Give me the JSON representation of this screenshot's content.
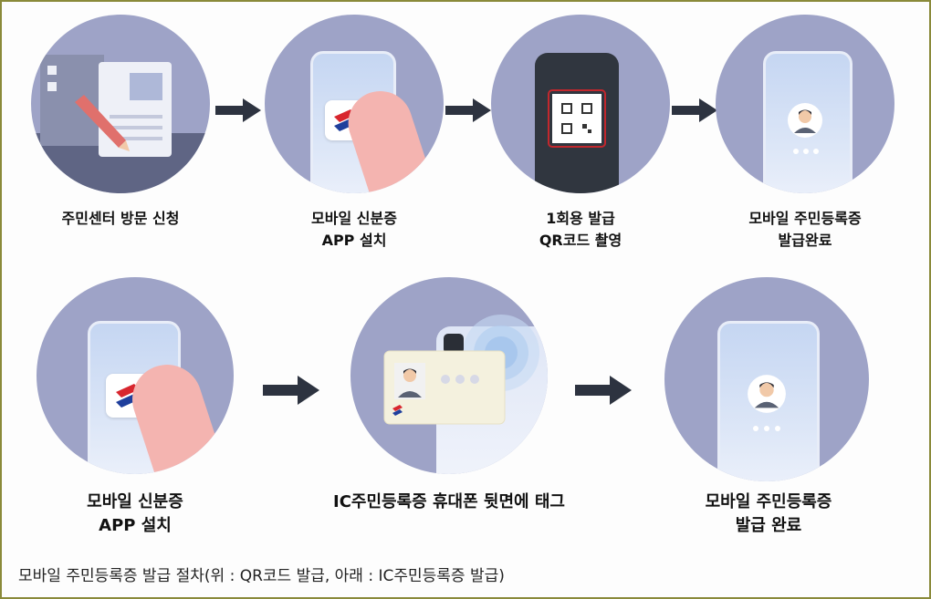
{
  "steps_top": [
    {
      "line1": "주민센터 방문 신청",
      "line2": ""
    },
    {
      "line1": "모바일 신분증",
      "line2": "APP 설치"
    },
    {
      "line1": "1회용 발급",
      "line2": "QR코드 촬영"
    },
    {
      "line1": "모바일 주민등록증",
      "line2": "발급완료"
    }
  ],
  "steps_bottom": [
    {
      "line1": "모바일 신분증",
      "line2": "APP 설치"
    },
    {
      "line1": "IC주민등록증 휴대폰 뒷면에 태그",
      "line2": ""
    },
    {
      "line1": "모바일 주민등록증",
      "line2": "발급 완료"
    }
  ],
  "caption": "모바일 주민등록증 발급 절차(위 : QR코드 발급, 아래 : IC주민등록증 발급)",
  "colors": {
    "circle": "#9ea3c7",
    "arrow": "#2d3340",
    "brand_red": "#d8262e",
    "brand_blue": "#1f3f9c"
  },
  "icons": [
    "document-pen-icon",
    "id-app-icon",
    "qr-code-icon",
    "profile-icon",
    "ic-card-icon",
    "arrow-right-icon"
  ]
}
